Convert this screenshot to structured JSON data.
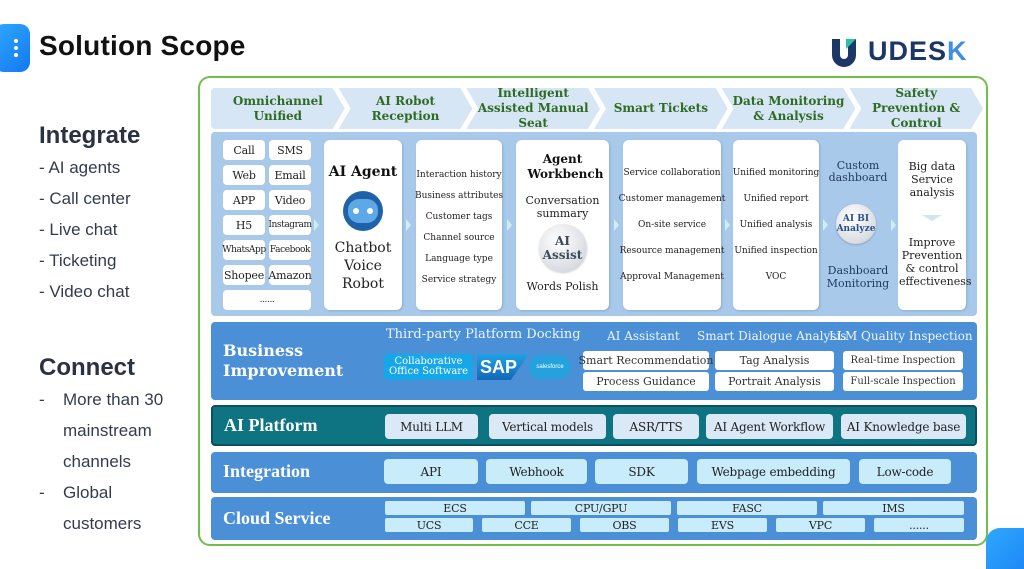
{
  "header": {
    "title": "Solution Scope",
    "brand": "UDES",
    "brand_k": "K"
  },
  "sidebar": {
    "integrate": {
      "heading": "Integrate",
      "items": [
        "- AI agents",
        "- Call center",
        "- Live chat",
        "- Ticketing",
        "- Video chat"
      ]
    },
    "connect": {
      "heading": "Connect",
      "items": [
        {
          "dash": "-",
          "lines": [
            "More than 30",
            "mainstream",
            "channels"
          ]
        },
        {
          "dash": "-",
          "lines": [
            "Global",
            "customers"
          ]
        }
      ]
    }
  },
  "stages": [
    "Omnichannel Unified",
    "AI Robot Reception",
    "Intelligent Assisted Manual Seat",
    "Smart Tickets",
    "Data Monitoring & Analysis",
    "Safety Prevention & Control"
  ],
  "flow": {
    "channels": [
      "Call",
      "SMS",
      "Web",
      "Email",
      "APP",
      "Video",
      "H5",
      "Instagram",
      "WhatsApp",
      "Facebook",
      "Shopee",
      "Amazon",
      "......"
    ],
    "ai_agent": {
      "title": "AI Agent",
      "lines": [
        "Chatbot",
        "Voice",
        "Robot"
      ]
    },
    "customer_info": [
      "Interaction history",
      "Business attributes",
      "Customer tags",
      "Channel source",
      "Language type",
      "Service strategy"
    ],
    "workbench": {
      "title": "Agent Workbench",
      "summary": "Conversation summary",
      "ball_1": "AI",
      "ball_2": "Assist",
      "polish": "Words Polish"
    },
    "tickets": [
      "Service collaboration",
      "Customer management",
      "On-site service",
      "Resource management",
      "Approval Management"
    ],
    "monitoring": [
      "Unified monitoring",
      "Unified report",
      "Unified analysis",
      "Unified inspection",
      "VOC"
    ],
    "bi": {
      "top": "Custom dashboard",
      "ball_1": "AI BI",
      "ball_2": "Analyze",
      "bottom_1": "Dashboard",
      "bottom_2": "Monitoring"
    },
    "safety": {
      "top": "Big data Service analysis",
      "bottom": "Improve Prevention & control effectiveness"
    }
  },
  "business": {
    "title_1": "Business",
    "title_2": "Improvement",
    "docking": "Third-party Platform Docking",
    "collab": "Collaborative Office Software",
    "sap": "SAP",
    "salesforce": "salesforce",
    "assistant": {
      "heading": "AI Assistant",
      "items": [
        "Smart Recommendation",
        "Process Guidance"
      ]
    },
    "dialogue": {
      "heading": "Smart Dialogue Analysis",
      "items": [
        "Tag Analysis",
        "Portrait Analysis"
      ]
    },
    "quality": {
      "heading": "LLM Quality Inspection",
      "items": [
        "Real-time Inspection",
        "Full-scale Inspection"
      ]
    }
  },
  "ai_platform": {
    "title": "AI Platform",
    "items": [
      "Multi LLM",
      "Vertical models",
      "ASR/TTS",
      "AI Agent Workflow",
      "AI Knowledge base"
    ]
  },
  "integration": {
    "title": "Integration",
    "items": [
      "API",
      "Webhook",
      "SDK",
      "Webpage embedding",
      "Low-code"
    ]
  },
  "cloud": {
    "title": "Cloud Service",
    "row1": [
      "ECS",
      "CPU/GPU",
      "FASC",
      "IMS"
    ],
    "row2": [
      "UCS",
      "CCE",
      "OBS",
      "EVS",
      "VPC",
      "......"
    ]
  }
}
